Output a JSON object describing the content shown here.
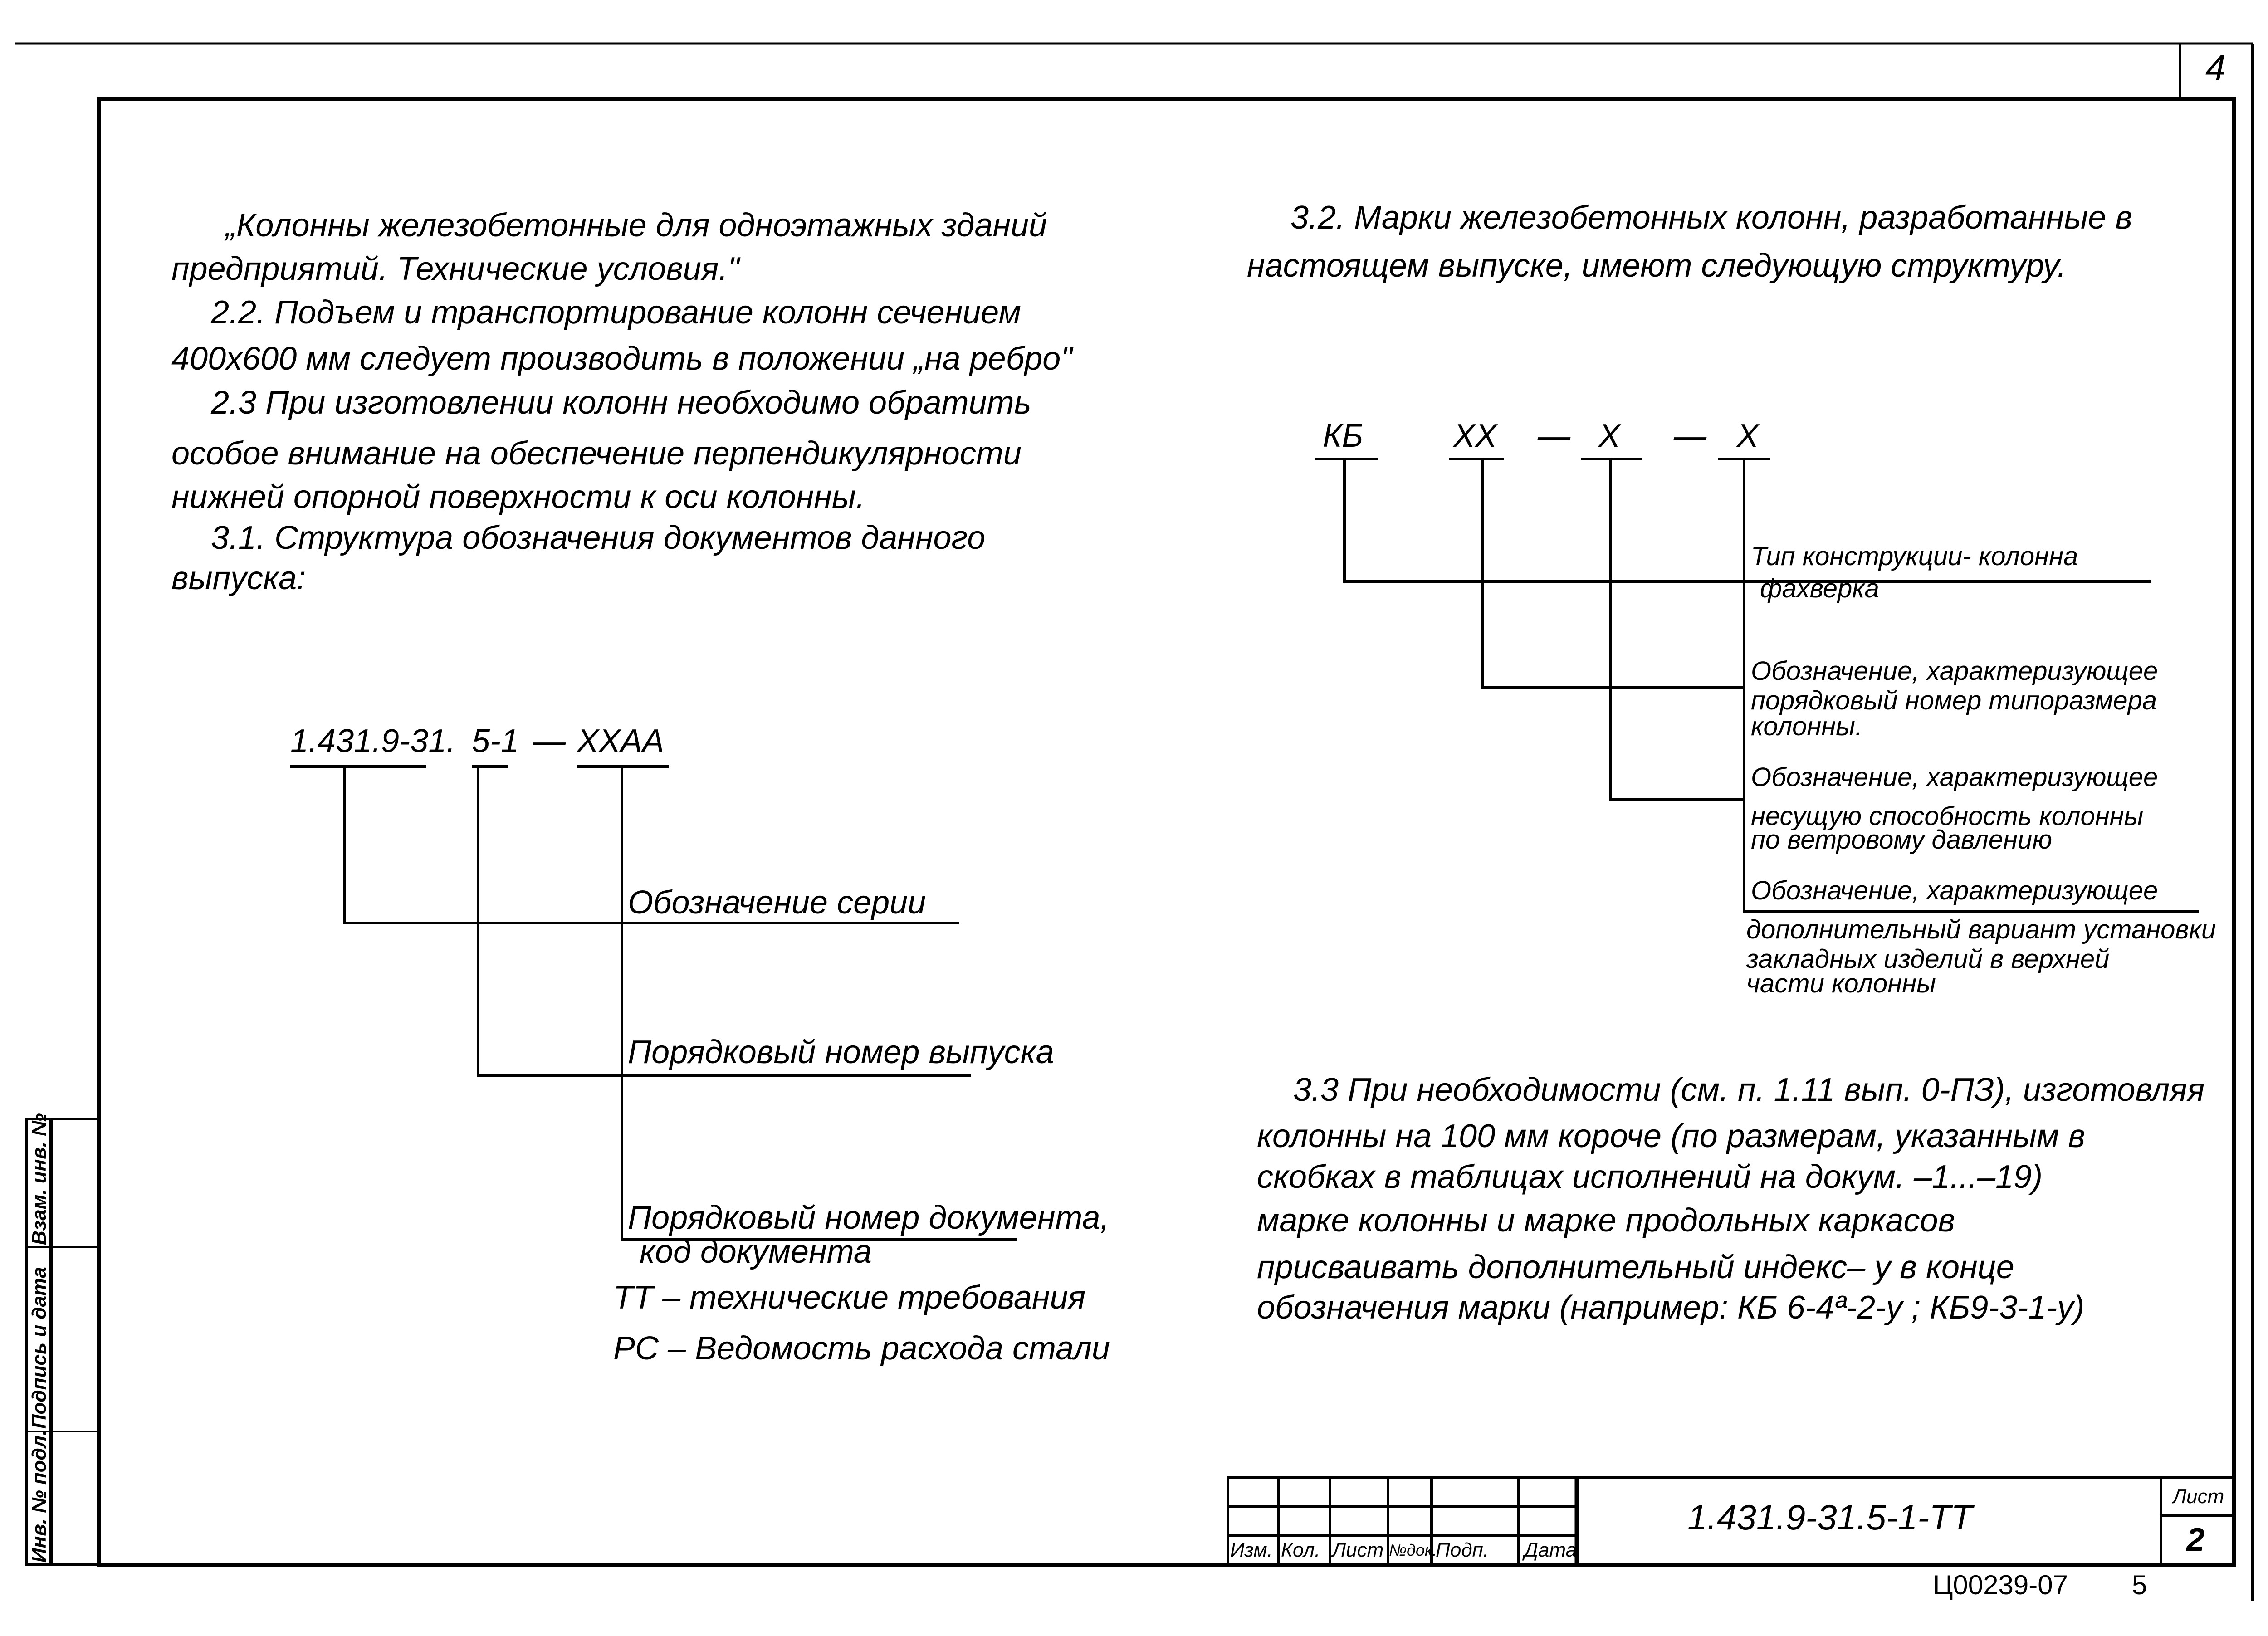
{
  "page_number_top": "4",
  "left_column": {
    "lines": [
      "„Колонны железобетонные для одноэтажных зданий",
      "предприятий. Технические условия.\"",
      "2.2. Подъем и транспортирование колонн сечением",
      "400x600 мм следует производить в положении „на ребро\"",
      "2.3 При изготовлении колонн необходимо обратить",
      "особое внимание на обеспечение перпендикулярности",
      "нижней опорной поверхности к оси колонны.",
      "3.1. Структура обозначения документов данного",
      "выпуска:"
    ],
    "diagram": {
      "code_parts": [
        "1.431.9-31.",
        "5-1",
        "—",
        "XXAA"
      ],
      "labels": [
        "Обозначение серии",
        "Порядковый номер выпуска",
        "Порядковый номер документа,",
        "код документа",
        "ТТ – технические требования",
        "РС – Ведомость расхода стали"
      ]
    }
  },
  "right_column": {
    "intro": [
      "3.2. Марки железобетонных колонн, разработанные в",
      "настоящем выпуске, имеют следующую структуру."
    ],
    "diagram": {
      "code_parts": [
        "КБ",
        "XX",
        "—",
        "X",
        "—",
        "X"
      ],
      "labels": [
        "Тип конструкции- колонна",
        "фахверка",
        "Обозначение, характеризующее",
        "порядковый номер типоразмера",
        "колонны.",
        "Обозначение, характеризующее",
        "несущую способность колонны",
        "по ветровому давлению",
        "Обозначение, характеризующее",
        "дополнительный вариант установки",
        "закладных изделий в верхней",
        "части колонны"
      ]
    },
    "paragraph_3_3": [
      "3.3 При необходимости (см. п. 1.11 вып. 0-ПЗ), изготовляя",
      "колонны на 100 мм короче (по размерам, указанным в",
      "скобках в таблицах исполнений на докум. –1...–19)",
      "марке колонны и марке продольных каркасов",
      "присваивать дополнительный индекс– у в конце",
      "обозначения марки (например: КБ 6-4ª-2-у ; КБ9-3-1-у)"
    ]
  },
  "side_stamp": [
    "Инв. № подл.",
    "Подпись и дата",
    "Взам. инв. №"
  ],
  "title_block": {
    "columns": [
      "Изм.",
      "Кол.",
      "Лист",
      "№док.",
      "Подп.",
      "Дата"
    ],
    "designation": "1.431.9-31.5-1-ТТ",
    "sheet_label": "Лист",
    "sheet_number": "2"
  },
  "footer": {
    "archive_code": "Ц00239-07",
    "page": "5"
  }
}
